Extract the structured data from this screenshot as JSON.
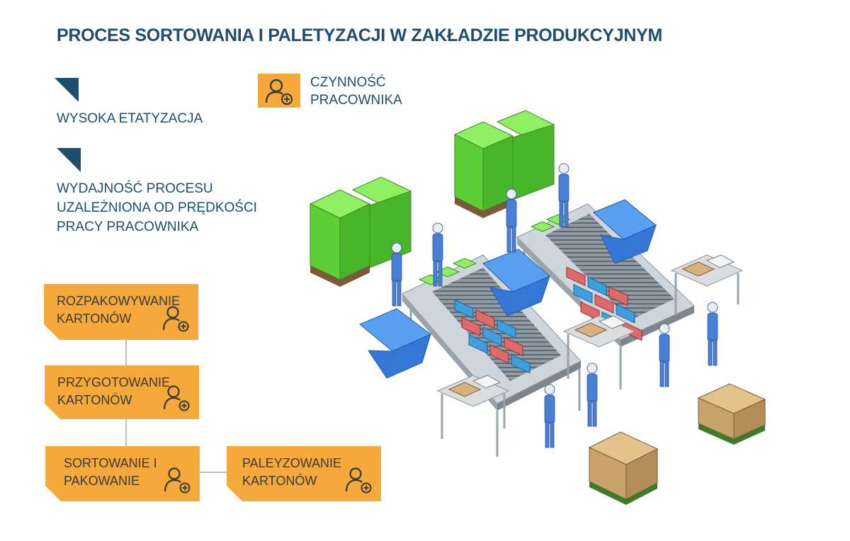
{
  "title": "PROCES SORTOWANIA I PALETYZACJI W ZAKŁADZIE PRODUKCYJNYM",
  "features": [
    {
      "lines": [
        "WYSOKA ETATYZACJA"
      ]
    },
    {
      "lines": [
        "WYDAJNOŚĆ PROCESU",
        "UZALEŻNIONA OD PRĘDKOŚCI",
        "PRACY PRACOWNIKA"
      ]
    }
  ],
  "legend": {
    "lines": [
      "CZYNNOŚĆ",
      "PRACOWNIKA"
    ],
    "icon": "worker-action-icon"
  },
  "steps": [
    {
      "lines": [
        "ROZPAKOWYWANIE",
        "KARTONÓW"
      ]
    },
    {
      "lines": [
        "PRZYGOTOWANIE",
        "KARTONÓW"
      ]
    },
    {
      "lines": [
        "SORTOWANIE I",
        "PAKOWANIE"
      ]
    },
    {
      "lines": [
        "PALEYZOWANIE",
        "KARTONÓW"
      ]
    }
  ],
  "colors": {
    "title": "#1d4e6e",
    "accent": "#f6a93b",
    "step_text": "#3a3a3a",
    "connector": "#bdbdbd",
    "crate_green": "#6fe04a",
    "crate_blue": "#3d9ee0",
    "crate_red": "#e06a6a",
    "carton": "#d8b27a",
    "worker": "#4a7fd6",
    "bin": "#3577d6"
  }
}
